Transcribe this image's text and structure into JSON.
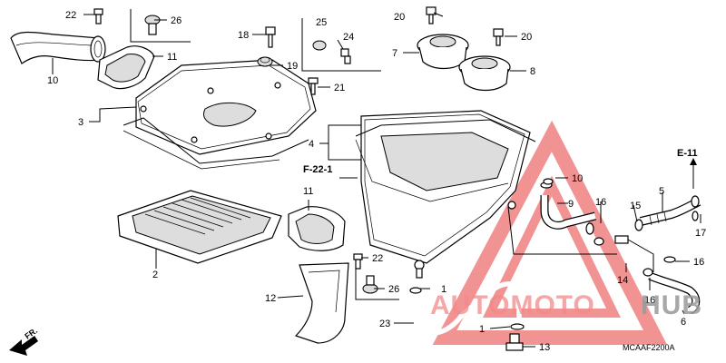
{
  "callouts": {
    "c22a": "22",
    "c26a": "26",
    "c10": "10",
    "c11a": "11",
    "c3": "3",
    "c18": "18",
    "c19": "19",
    "c25": "25",
    "c24": "24",
    "c21": "21",
    "c20a": "20",
    "c7": "7",
    "c20b": "20",
    "c8": "8",
    "c4": "4",
    "c2": "2",
    "c11b": "11",
    "c22b": "22",
    "c26b": "26",
    "c12": "12",
    "c1a": "1",
    "c23": "23",
    "c1b": "1",
    "c13": "13",
    "c10b": "10",
    "c9": "9",
    "c16a": "16",
    "c15": "15",
    "c5": "5",
    "c17": "17",
    "c16b": "16",
    "c14": "14",
    "c16c": "16",
    "c6": "6"
  },
  "refs": {
    "f22": "F-22-1",
    "e11": "E-11"
  },
  "fr_label": "FR.",
  "diagram_code": "MCAAF2200A",
  "watermark": {
    "auto": "AUTOMOTO",
    "hub": "HUB",
    "red": "#e83b3b",
    "grey": "#9a9a9a"
  }
}
